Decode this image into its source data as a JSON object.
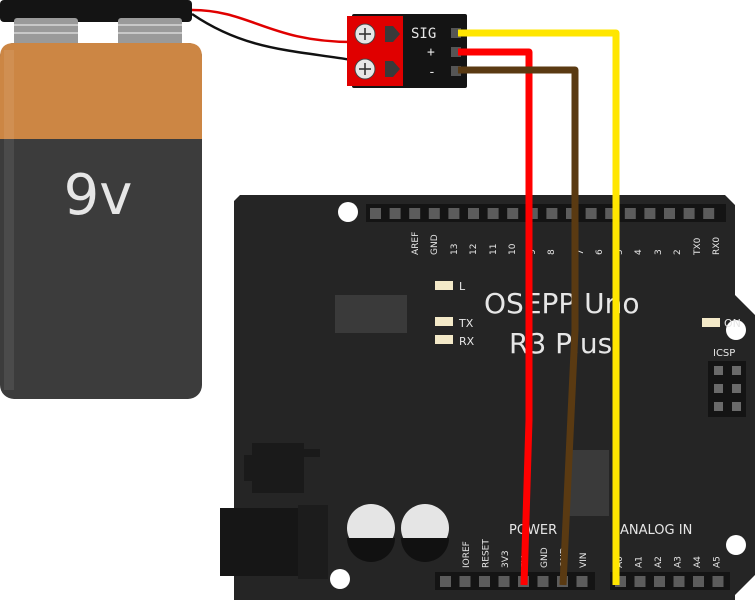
{
  "battery": {
    "label": "9v"
  },
  "terminal": {
    "sig": "SIG",
    "plus": "+",
    "minus": "-"
  },
  "board": {
    "name_line1": "OSEPP Uno",
    "name_line2": "R3 Plus",
    "led_l": "L",
    "led_tx": "TX",
    "led_rx": "RX",
    "led_on": "ON",
    "icsp": "ICSP",
    "power_label": "POWER",
    "analog_label": "ANALOG IN",
    "digital_pins": [
      "AREF",
      "GND",
      "13",
      "12",
      "11",
      "10",
      "9",
      "8",
      "7",
      "6",
      "5",
      "4",
      "3",
      "2",
      "TX0",
      "RX0"
    ],
    "power_pins": [
      "IOREF",
      "RESET",
      "3V3",
      "5V",
      "GND",
      "GND",
      "VIN"
    ],
    "analog_pins": [
      "A0",
      "A1",
      "A2",
      "A3",
      "A4",
      "A5"
    ]
  },
  "colors": {
    "wire_signal": "#ffe600",
    "wire_power": "#ff0000",
    "wire_ground": "#5a3a12",
    "battery_top": "#cc8644",
    "battery_body": "#3c3c3c",
    "board": "#252525",
    "terminal_block": "#e00000"
  }
}
